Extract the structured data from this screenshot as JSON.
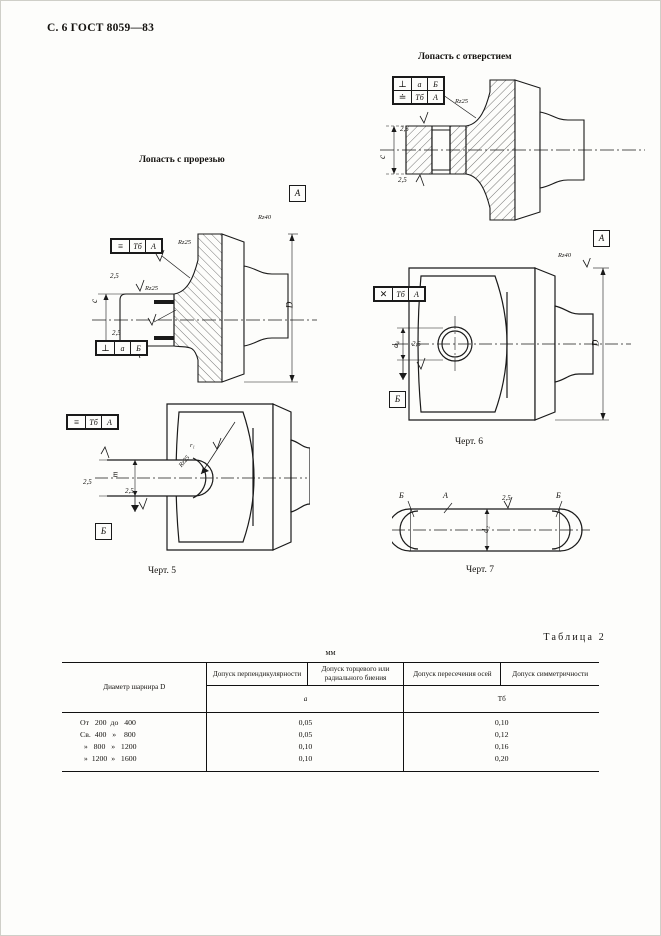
{
  "header": {
    "text": "С. 6 ГОСТ 8059—83"
  },
  "figures": [
    {
      "id": "blade-with-slot",
      "title": "Лопасть с прорезью",
      "caption": "",
      "labels": {
        "datum_a": "А",
        "datum_b": "Б",
        "dim_d": "D",
        "dim_c": "c",
        "rz40": "Rz40",
        "rz25": "Rz25",
        "rough_25": "2,5"
      },
      "tolerance_frames": [
        {
          "symbol": "≡",
          "tolerance": "Тб",
          "datum": "А"
        },
        {
          "symbol": "⊥",
          "tolerance": "а",
          "datum": "Б"
        }
      ]
    },
    {
      "id": "blade-with-hole",
      "title": "Лопасть с отверстием",
      "caption": "",
      "labels": {
        "datum_a": "А",
        "dim_c": "c",
        "rz25": "Rz25",
        "rz40": "Rz40",
        "rough_25": "2,5"
      },
      "tolerance_frames": [
        {
          "symbol": "⊥",
          "tolerance": "а",
          "datum": "Б"
        },
        {
          "symbol": "≐",
          "tolerance": "Тб",
          "datum": "А"
        }
      ]
    },
    {
      "id": "figure-5",
      "title": "",
      "caption": "Черт. 5",
      "labels": {
        "datum_b": "Б",
        "dim_m": "m",
        "radius_r1": "r₁",
        "rz25": "Rz25",
        "rough_25": "2,5"
      },
      "tolerance_frames": [
        {
          "symbol": "≡",
          "tolerance": "Тб",
          "datum": "А"
        }
      ]
    },
    {
      "id": "figure-6",
      "title": "",
      "caption": "Черт. 6",
      "labels": {
        "datum_a": "А",
        "datum_b": "Б",
        "dim_d": "D",
        "dim_d4": "d₄",
        "rz40": "Rz40",
        "rough_25": "2,5"
      },
      "tolerance_frames": [
        {
          "symbol": "✕",
          "tolerance": "Тб",
          "datum": "А"
        }
      ]
    },
    {
      "id": "figure-7",
      "title": "",
      "caption": "Черт. 7",
      "labels": {
        "datum_a": "А",
        "datum_b_left": "Б",
        "datum_b_right": "Б",
        "dim_d2": "d₂",
        "rough_25": "2,5"
      },
      "tolerance_frames": []
    }
  ],
  "table": {
    "caption": "Таблица 2",
    "units": "мм",
    "headers": [
      "Диаметр шарнира D",
      "Допуск перпендикулярности",
      "Допуск торцевого или радиального биения",
      "Допуск пересечения осей",
      "Допуск симметричности"
    ],
    "subheaders": {
      "left": "а",
      "right": "Тб"
    },
    "rows": [
      {
        "range": "От   200  до   400",
        "a": "0,05",
        "tb": "0,10"
      },
      {
        "range": "Св.  400   »    800",
        "a": "0,05",
        "tb": "0,12"
      },
      {
        "range": "  »   800   »   1200",
        "a": "0,10",
        "tb": "0,16"
      },
      {
        "range": "  »  1200  »   1600",
        "a": "0,10",
        "tb": "0,20"
      }
    ]
  }
}
